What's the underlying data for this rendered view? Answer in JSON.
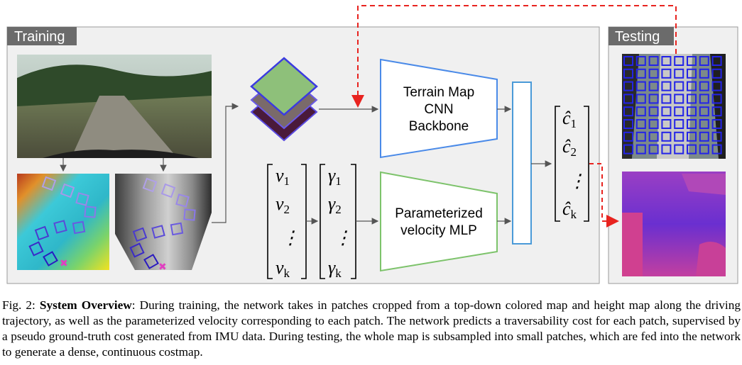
{
  "panels": {
    "training_label": "Training",
    "testing_label": "Testing"
  },
  "network": {
    "backbone_line1": "Terrain Map",
    "backbone_line2": "CNN",
    "backbone_line3": "Backbone",
    "mlp_line1": "Parameterized",
    "mlp_line2": "velocity MLP"
  },
  "vectors": {
    "v": [
      {
        "base": "v",
        "sub": "1"
      },
      {
        "base": "v",
        "sub": "2"
      },
      {
        "base": "⋮",
        "sub": ""
      },
      {
        "base": "v",
        "sub": "k"
      }
    ],
    "gamma": [
      {
        "base": "γ",
        "sub": "1"
      },
      {
        "base": "γ",
        "sub": "2"
      },
      {
        "base": "⋮",
        "sub": ""
      },
      {
        "base": "γ",
        "sub": "k"
      }
    ],
    "c": [
      {
        "base": "ĉ",
        "sub": "1"
      },
      {
        "base": "ĉ",
        "sub": "2"
      },
      {
        "base": "⋮",
        "sub": ""
      },
      {
        "base": "ĉ",
        "sub": "k"
      }
    ]
  },
  "caption": {
    "prefix": "Fig. 2: ",
    "title": "System Overview",
    "body": ": During training, the network takes in patches cropped from a top-down colored map and height map along the driving trajectory, as well as the parameterized velocity corresponding to each patch. The network predicts a traversability cost for each patch, supervised by a pseudo ground-truth cost generated from IMU data. During testing, the whole map is subsampled into small patches, which are fed into the network to generate a dense, continuous costmap."
  },
  "colors": {
    "panel_bg": "#f0f0f0",
    "label_bg": "#6b6b6b",
    "cnn_blue": "#4a8ae8",
    "mlp_green": "#7dc36b",
    "dashed_red": "#e8231f"
  }
}
